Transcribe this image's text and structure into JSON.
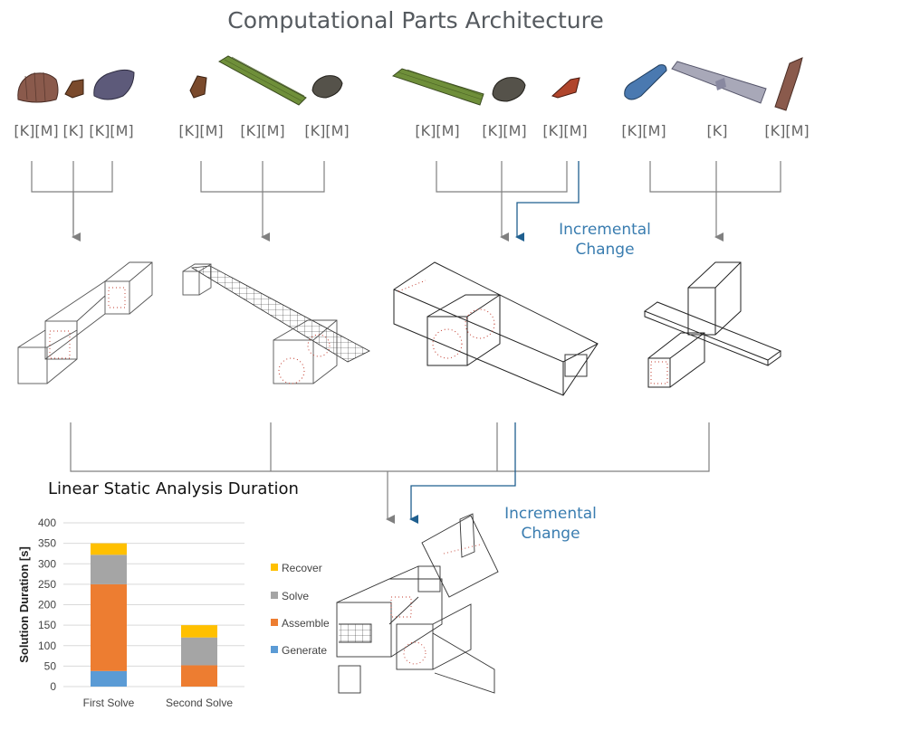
{
  "title": "Computational Parts Architecture",
  "matrix_labels": [
    "[K][M]",
    "[K]",
    "[K][M]",
    "[K][M]",
    "[K][M]",
    "[K][M]",
    "[K][M]",
    "[K][M]",
    "[K][M]",
    "[K][M]",
    "[K]",
    "[K][M]"
  ],
  "incremental_change_1": [
    "Incremental",
    "Change"
  ],
  "incremental_change_2": [
    "Incremental",
    "Change"
  ],
  "colors": {
    "arrow": "#808080",
    "incremental": "#1f5f8f",
    "incremental_text": "#3a7db0",
    "wing": "#6f8f3a",
    "fuselage": "#55524a",
    "blue_part": "#4a79b0"
  },
  "chart_data": {
    "type": "bar",
    "stacked": true,
    "title": "Linear Static Analysis Duration",
    "xlabel": "",
    "ylabel": "Solution Duration [s]",
    "categories": [
      "First Solve",
      "Second Solve"
    ],
    "ylim": [
      0,
      400
    ],
    "yticks": [
      0,
      50,
      100,
      150,
      200,
      250,
      300,
      350,
      400
    ],
    "series": [
      {
        "name": "Generate",
        "color": "#5b9bd5",
        "values": [
          38,
          0
        ]
      },
      {
        "name": "Assemble",
        "color": "#ed7d31",
        "values": [
          212,
          52
        ]
      },
      {
        "name": "Solve",
        "color": "#a5a5a5",
        "values": [
          72,
          68
        ]
      },
      {
        "name": "Recover",
        "color": "#ffc000",
        "values": [
          28,
          30
        ]
      }
    ],
    "legend_order": [
      "Recover",
      "Solve",
      "Assemble",
      "Generate"
    ],
    "legend_position": "right"
  }
}
